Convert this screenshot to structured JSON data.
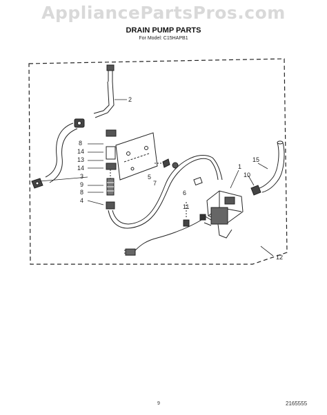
{
  "watermark": "AppliancePartsPros.com",
  "title": "DRAIN PUMP PARTS",
  "subtitle": "For Model: C15HAPB1",
  "callouts": {
    "c1": "1",
    "c2": "2",
    "c3": "3",
    "c4": "4",
    "c5": "5",
    "c6": "6",
    "c7": "7",
    "c8a": "8",
    "c8b": "8",
    "c9": "9",
    "c10": "10",
    "c11": "11",
    "c12": "12",
    "c13": "13",
    "c14a": "14",
    "c14b": "14",
    "c15": "15"
  },
  "footer": {
    "page": "9",
    "code": "2165555"
  }
}
